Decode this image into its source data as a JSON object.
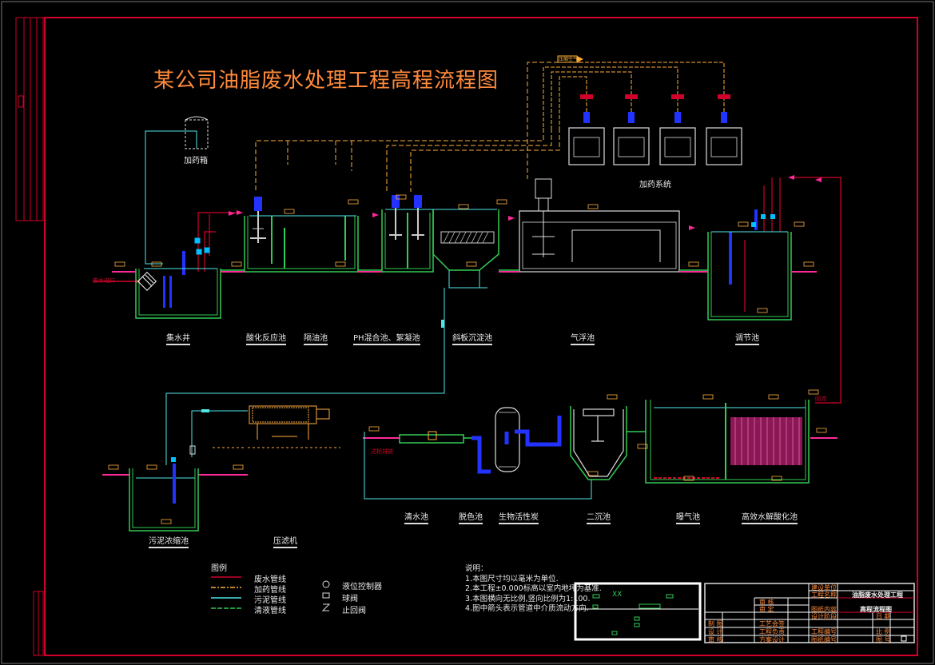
{
  "title": "某公司油脂废水处理工程高程流程图",
  "units": {
    "dosing_tank": "加药箱",
    "dosing_system": "加药系统",
    "collection_well": "集水井",
    "acid_reactor": "酸化反应池",
    "grease_trap": "隔油池",
    "ph_mix_floc": "PH混合池、絮凝池",
    "incline_settler": "斜板沉淀池",
    "air_flotation": "气浮池",
    "equalization": "调节池",
    "sludge_thickener": "污泥浓缩池",
    "filter_press": "压滤机",
    "clear_water": "清水池",
    "deodor_tank": "脱色池",
    "bio_filter": "生物活性炭",
    "secondary_clarifier": "二沉池",
    "aeration": "曝气池",
    "hydrolysis": "高效水解酸化池",
    "inlet_tag": "废水进口",
    "return_tag": "回流",
    "air_tag": "压缩空气",
    "outlet_tag": "达标排放"
  },
  "legend": {
    "heading": "图例",
    "lines": [
      {
        "label": "废水管线",
        "color": "#d0002a"
      },
      {
        "label": "加药管线",
        "color": "#ffae3c"
      },
      {
        "label": "污泥管线",
        "color": "#4fe6e6"
      },
      {
        "label": "清液管线",
        "color": "#33cc55"
      }
    ],
    "symbols": [
      {
        "label": "液位控制器"
      },
      {
        "label": "球阀"
      },
      {
        "label": "止回阀"
      }
    ]
  },
  "notes": {
    "heading": "说明：",
    "items": [
      "1.本图尺寸均以毫米为单位.",
      "2.本工程±0.000标高以室内地坪为基准.",
      "3.本图横向无比例,竖向比例为1:100.",
      "4.图中箭头表示管道中介质流动方向."
    ]
  },
  "title_block": {
    "project": "油脂废水处理工程",
    "drawing": "高程流程图",
    "rows_left": [
      "制 图",
      "设 计",
      "审 核"
    ],
    "rows_mid": [
      "审 核",
      "审 定",
      "工艺会签",
      "工程负责",
      "方案设计"
    ],
    "rows_right": [
      "建设单位",
      "工程名称",
      "图纸内容",
      "设计阶段",
      "工程编号",
      "图纸编号"
    ],
    "rows_far": [
      "日 期",
      "比 例",
      "图 号"
    ]
  },
  "mini_box": {
    "text": "XX"
  },
  "colors": {
    "frame": "#d0002a",
    "wastewater": "#d0002a",
    "dosing": "#ffae3c",
    "sludge": "#4fe6e6",
    "clear": "#33cc55",
    "pump": "#2233ff",
    "title": "#ff8a3c",
    "hydrolysis_media": "#ff2a9a"
  }
}
